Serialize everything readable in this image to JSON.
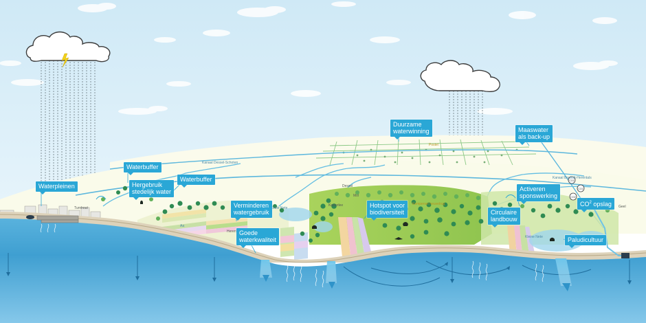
{
  "colors": {
    "sky": "#d9eff8",
    "water": "#3f9fd1",
    "callout": "#2aa7d6",
    "land": "#fbfbec",
    "green": "#8fc44f",
    "tree": "#2f8b53"
  },
  "callouts": {
    "waterpleinen": "Waterpleinen",
    "waterbuffer_top": "Waterbuffer",
    "hergebruik": "Hergebruik\nstedelijk water",
    "waterbuffer_mid": "Waterbuffer",
    "verminderen": "Verminderen\nwatergebruik",
    "goede": "Goede\nwaterkwaliteit",
    "hotspot": "Hotspot voor\nbiodiversiteit",
    "duurzame": "Duurzame\nwaterwinning",
    "maaswater": "Maaswater\nals back-up",
    "activeren": "Activeren\nsponswerking",
    "co2_prefix": "CO",
    "co2_sup": "2",
    "co2_suffix": " opslag",
    "circulaire": "Circulaire\nlandbouw",
    "paludicultuur": "Paludicultuur"
  },
  "map_labels": {
    "kanaal_dessel": "Kanaal Dessel-Schoten",
    "kanaal_bocholt": "Kanaal Bocholt-Herentals",
    "turnhout": "Turnhout",
    "geel": "Geel",
    "aa": "Aa",
    "grote_nete": "Grote Nete",
    "kleine_nete": "Kleine Nete",
    "kempense": "Kempense heuvelrug",
    "postel": "Postel",
    "mol": "Mol",
    "dessel": "Dessel",
    "herentals": "Herentals",
    "kasterlee": "Kasterlee"
  },
  "icon_labels": {
    "co2_a": "CO2",
    "co2_b": "CO2",
    "co2_c": "CO2"
  }
}
